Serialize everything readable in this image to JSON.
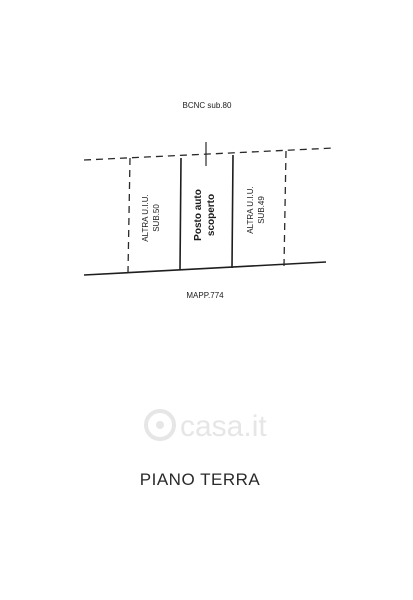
{
  "plan": {
    "top_label": "BCNC sub.80",
    "bottom_label": "MAPP.774",
    "units": [
      {
        "line1": "ALTRA U.I.U.",
        "line2": "SUB.50"
      },
      {
        "line1": "Posto auto",
        "line2": "scoperto"
      },
      {
        "line1": "ALTRA U.I.U.",
        "line2": "SUB.49"
      }
    ]
  },
  "watermark": {
    "text": "casa.it"
  },
  "floor_title": "PIANO TERRA"
}
